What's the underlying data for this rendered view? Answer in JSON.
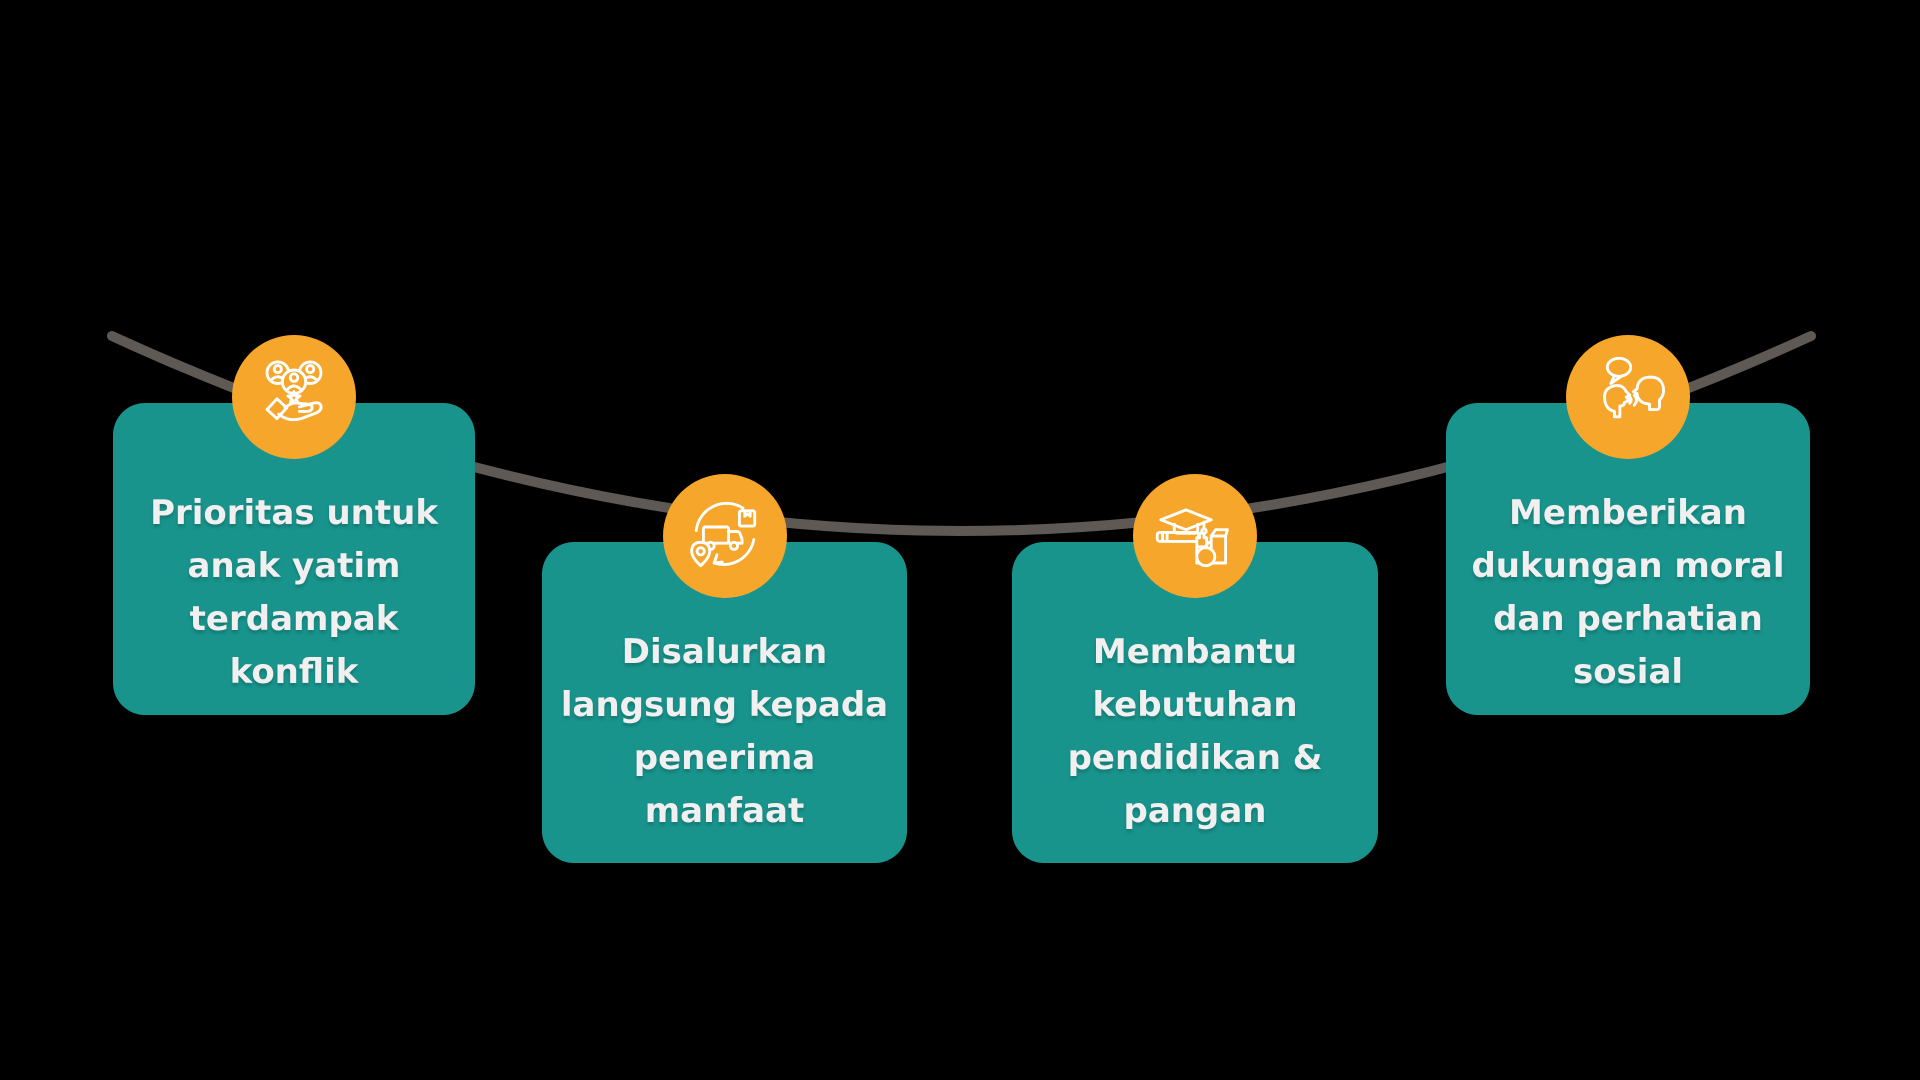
{
  "colors": {
    "page_bg": "#000000",
    "card_bg": "#18948C",
    "icon_bg": "#F6A62B",
    "icon_stroke": "#FFFFFF",
    "text_color": "#F1EFEF",
    "rope_color": "#5E5955"
  },
  "cards": [
    {
      "icon": "hand-holding-people-icon",
      "lines": [
        "Prioritas untuk",
        "anak yatim",
        "terdampak",
        "konflik"
      ]
    },
    {
      "icon": "delivery-distribution-icon",
      "lines": [
        "Disalurkan",
        "langsung kepada",
        "penerima",
        "manfaat"
      ]
    },
    {
      "icon": "education-food-icon",
      "lines": [
        "Membantu",
        "kebutuhan",
        "pendidikan &",
        "pangan"
      ]
    },
    {
      "icon": "conversation-support-icon",
      "lines": [
        "Memberikan",
        "dukungan moral",
        "dan perhatian",
        "sosial"
      ]
    }
  ]
}
